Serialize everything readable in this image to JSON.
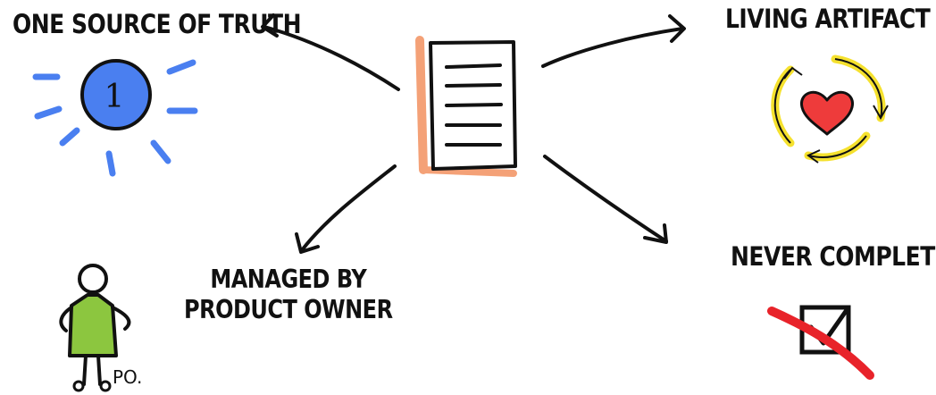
{
  "concepts": {
    "one_source": "ONE SOURCE OF TRUTH",
    "living": "LIVING ARTIFACT",
    "never_complete": "NEVER COMPLETE",
    "managed_line1": "MANAGED BY",
    "managed_line2": "PRODUCT OWNER"
  },
  "badge_number": "1",
  "owner_tag": "PO.",
  "colors": {
    "ink": "#111111",
    "document_accent": "#f4a177",
    "source_circle": "#4a7ff0",
    "rays": "#4a7ff0",
    "heart": "#ee3b3b",
    "cycle_arrows": "#f5e12e",
    "person_shirt": "#8cc63f",
    "strike": "#e8232a"
  },
  "icons": {
    "document": "document-icon",
    "source": "number-one-badge-icon",
    "living": "heart-cycle-icon",
    "never_complete": "crossed-checkbox-icon",
    "owner": "person-icon"
  }
}
